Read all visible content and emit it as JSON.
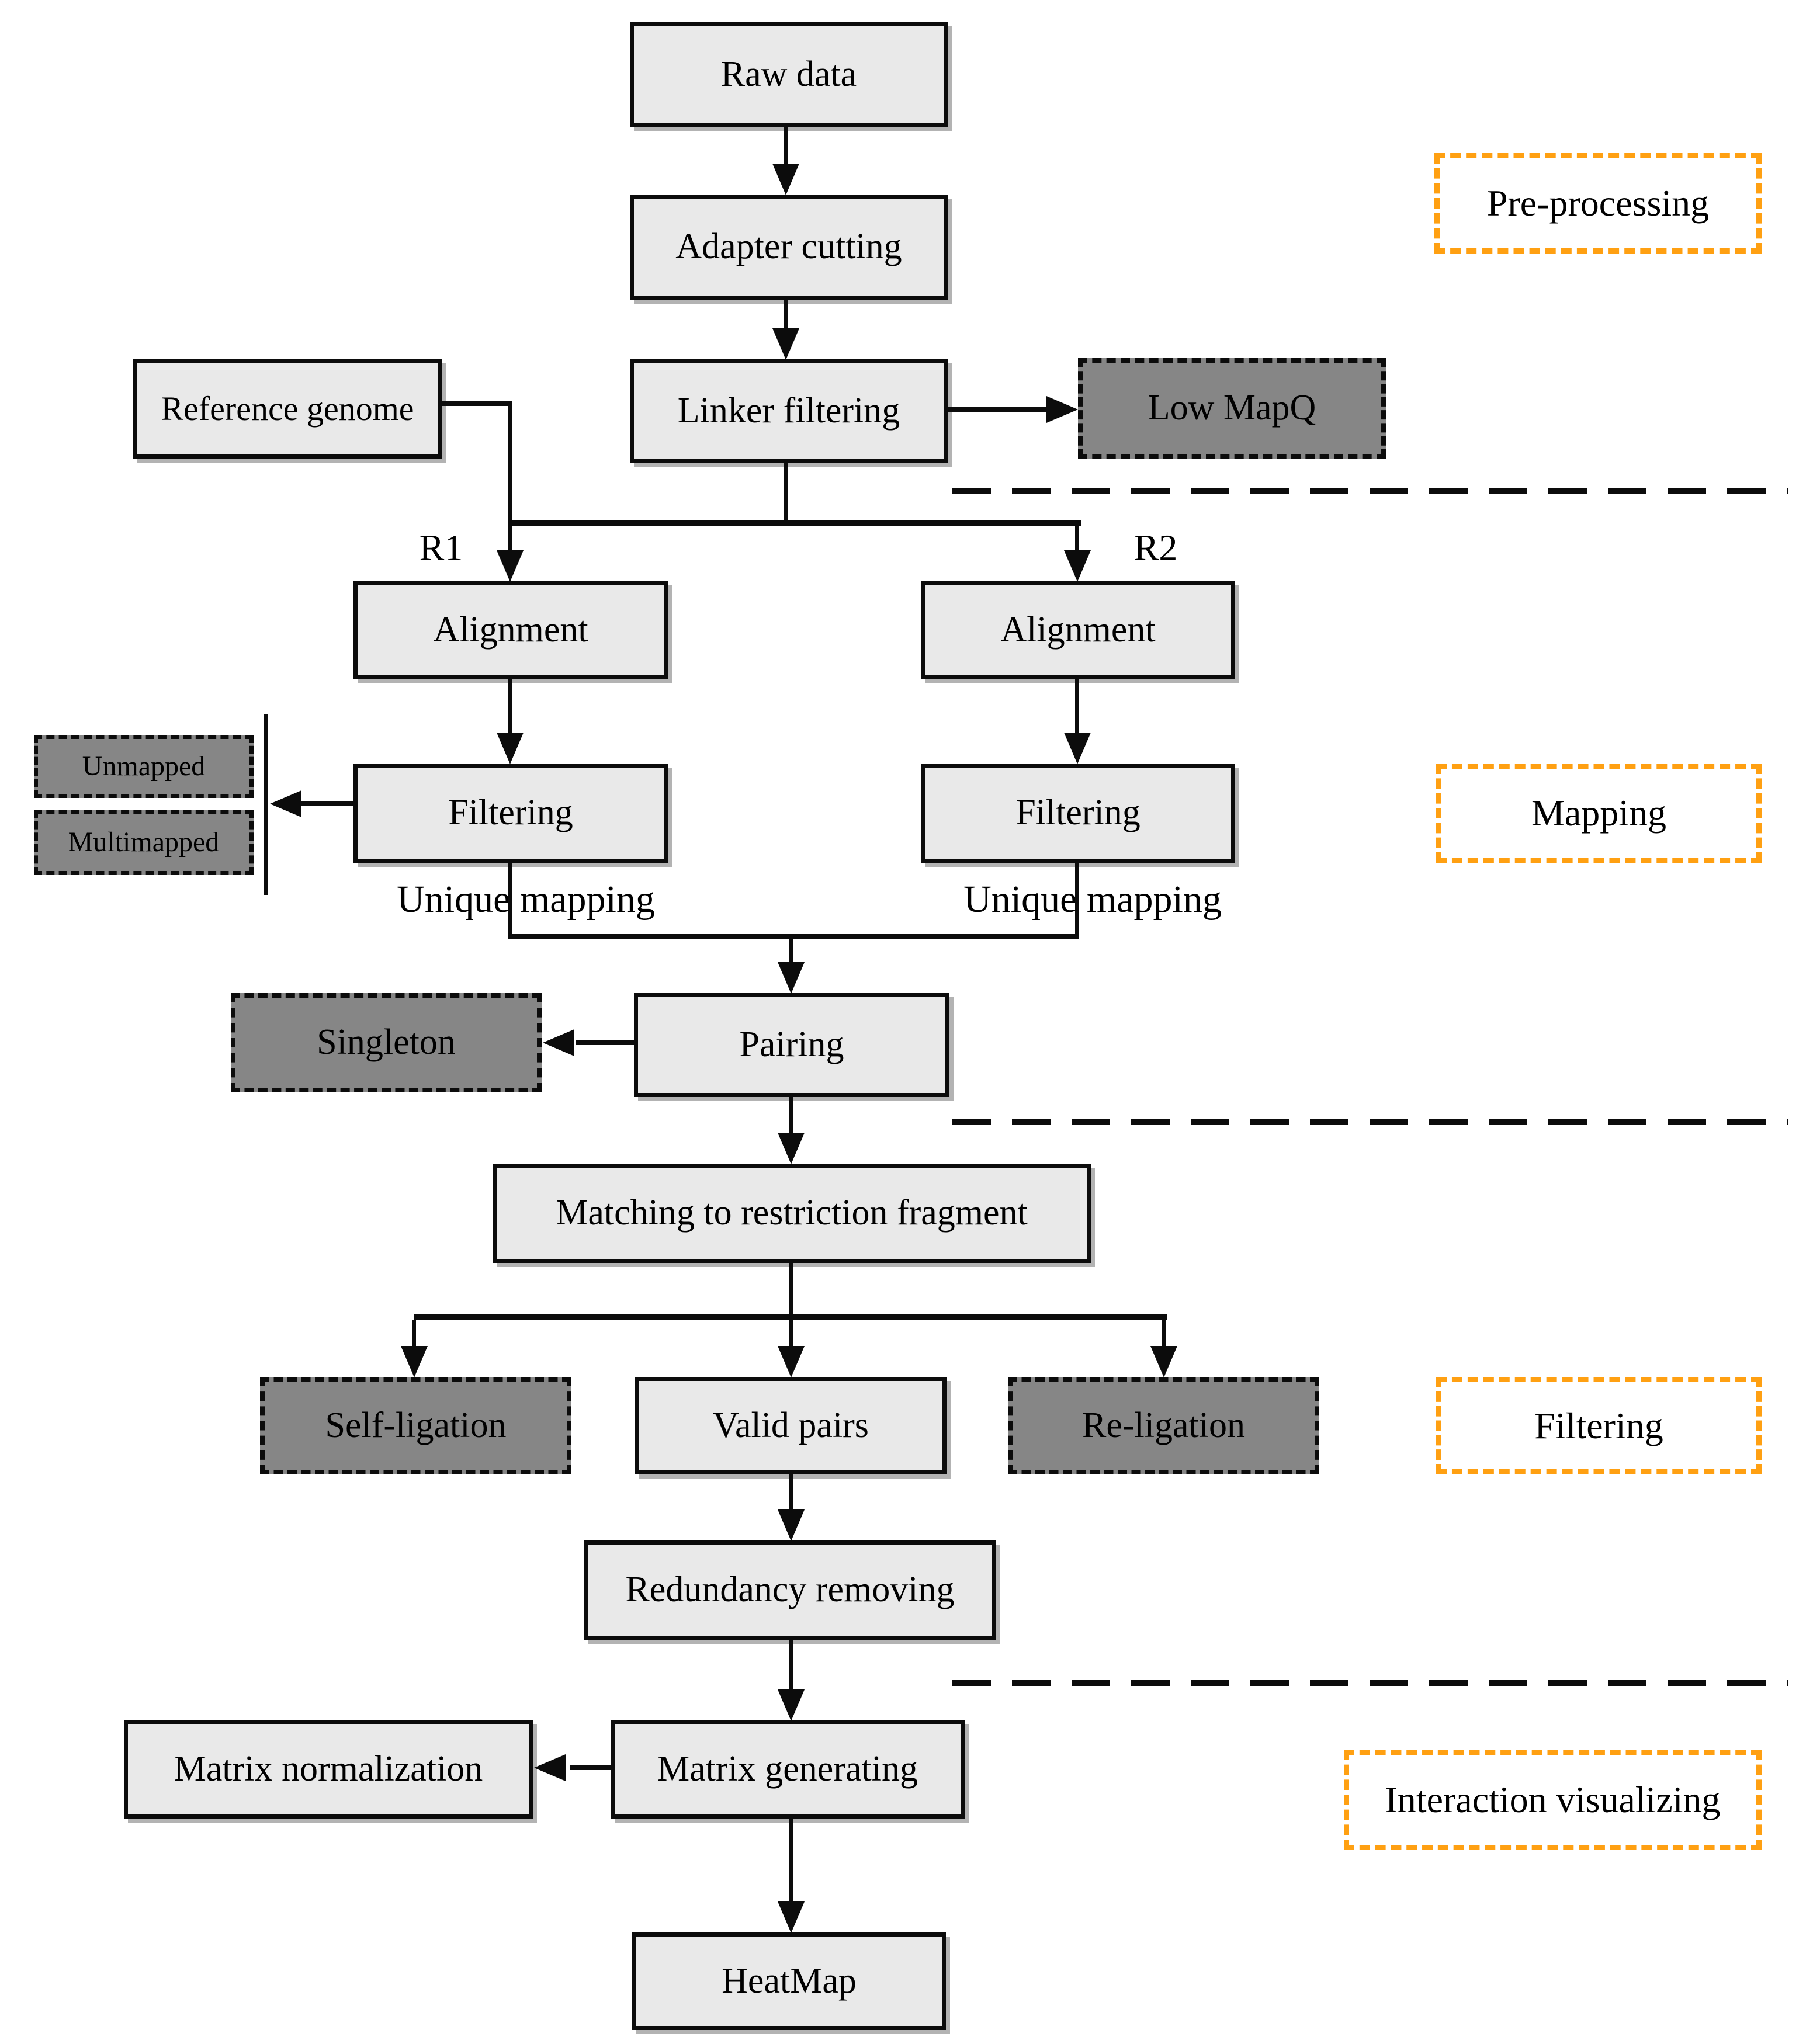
{
  "nodes": {
    "raw_data": "Raw data",
    "adapter_cutting": "Adapter cutting",
    "linker_filtering": "Linker filtering",
    "low_mapq": "Low MapQ",
    "reference_genome": "Reference genome",
    "alignment_r1": "Alignment",
    "alignment_r2": "Alignment",
    "filtering_r1": "Filtering",
    "filtering_r2": "Filtering",
    "unmapped": "Unmapped",
    "multimapped": "Multimapped",
    "unique_mapping_r1": "Unique mapping",
    "unique_mapping_r2": "Unique mapping",
    "pairing": "Pairing",
    "singleton": "Singleton",
    "matching_to_restriction_fragment": "Matching to restriction fragment",
    "self_ligation": "Self-ligation",
    "valid_pairs": "Valid pairs",
    "re_ligation": "Re-ligation",
    "redundancy_removing": "Redundancy removing",
    "matrix_generating": "Matrix generating",
    "matrix_normalization": "Matrix normalization",
    "heatmap": "HeatMap"
  },
  "branch_labels": {
    "r1": "R1",
    "r2": "R2"
  },
  "stages": {
    "pre_processing": "Pre-processing",
    "mapping": "Mapping",
    "filtering": "Filtering",
    "interaction_visualizing": "Interaction visualizing"
  },
  "colors": {
    "box_fill": "#e9e9e9",
    "box_border": "#0c0c0c",
    "discard_fill": "#868686",
    "stage_accent": "#FFA012",
    "connector": "#0c0c0c",
    "shadow": "#b3b3b3"
  }
}
